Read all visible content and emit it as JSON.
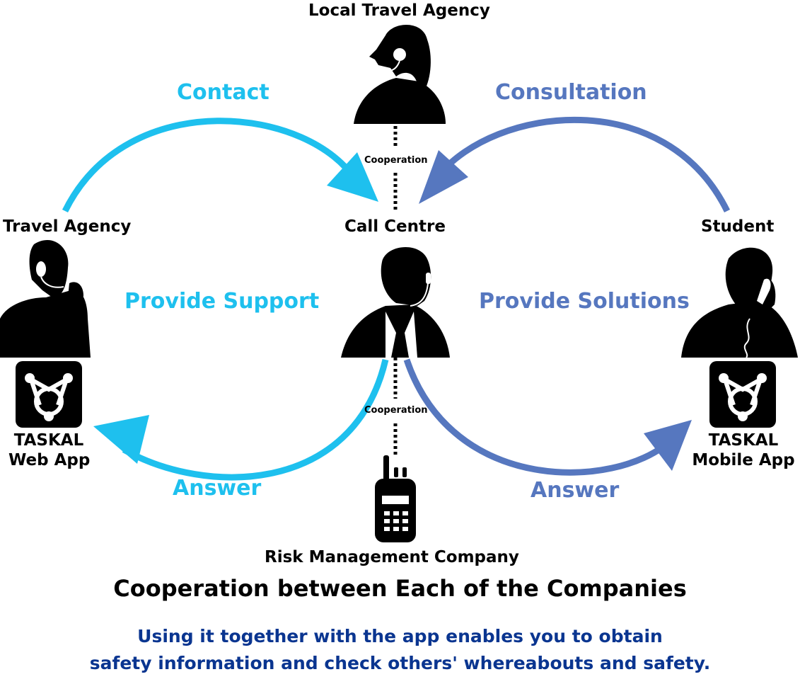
{
  "nodes": {
    "local_travel_agency": "Local Travel Agency",
    "travel_agency": "Travel Agency",
    "call_centre": "Call Centre",
    "student": "Student",
    "risk_management": "Risk Management Company"
  },
  "links": {
    "cooperation_top": "Cooperation",
    "cooperation_bottom": "Cooperation",
    "contact": "Contact",
    "consultation": "Consultation",
    "provide_support": "Provide Support",
    "provide_solutions": "Provide Solutions",
    "answer_left": "Answer",
    "answer_right": "Answer"
  },
  "apps": {
    "web": {
      "line1": "TASKAL",
      "line2": "Web App",
      "icon": "taskal-logo-icon"
    },
    "mobile": {
      "line1": "TASKAL",
      "line2": "Mobile App",
      "icon": "taskal-logo-icon"
    }
  },
  "heading": "Cooperation between Each of the Companies",
  "subtitle": {
    "line1": "Using it together with the app enables you to obtain",
    "line2": "safety information and check others' whereabouts and safety."
  },
  "colors": {
    "cyan": "#1ec0ee",
    "blue": "#5677bf",
    "navy": "#0a3590",
    "black": "#000000"
  }
}
